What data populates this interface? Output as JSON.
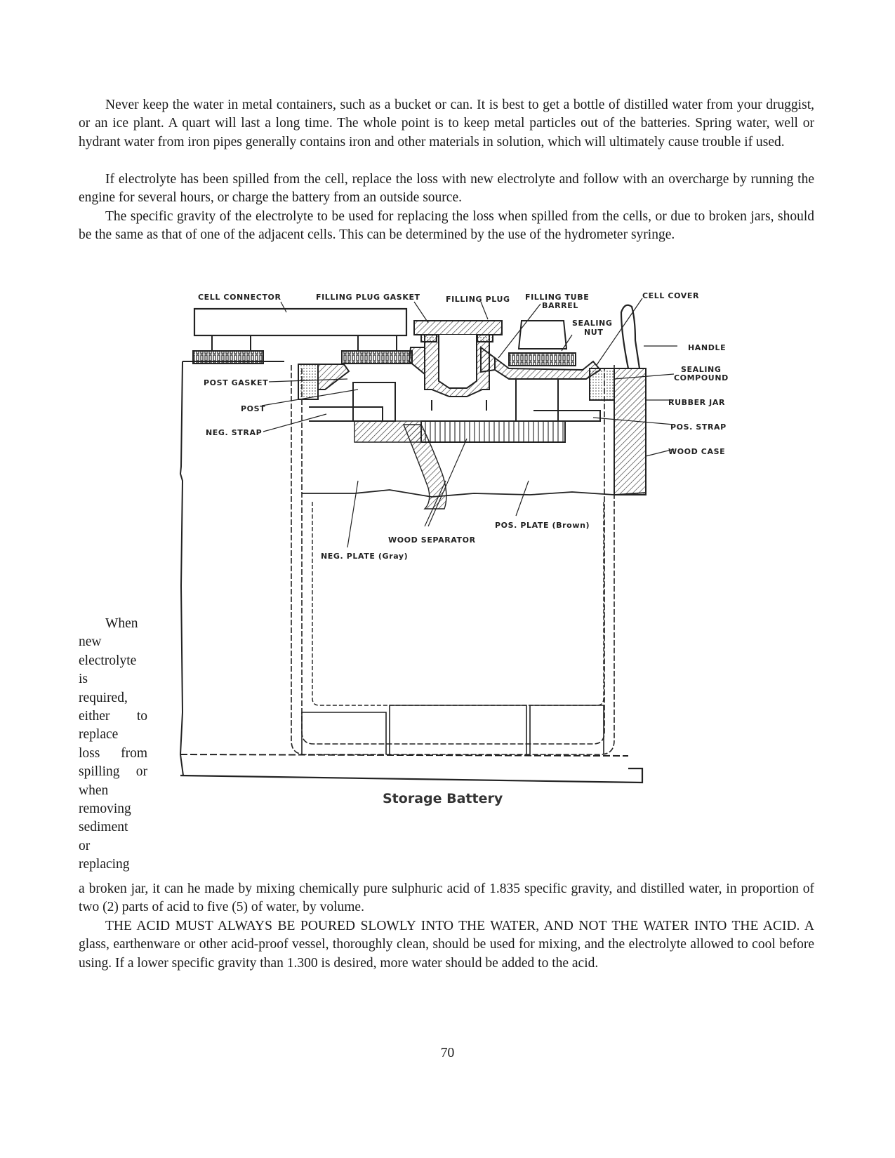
{
  "paragraphs": {
    "p1": "Never keep the water in metal containers, such as a bucket or can. It is best to get a bottle of distilled water from your druggist, or an ice plant. A quart will last a long time. The whole point is to keep metal particles out of the batteries. Spring water, well or hydrant water from iron pipes generally contains iron and other materials in solution, which will ultimately cause trouble if used.",
    "p2": "If electrolyte has been spilled from the cell, replace the loss with new electrolyte and follow with an overcharge by running the engine for several hours, or charge the battery from an outside source.",
    "p3": "The specific gravity of the electrolyte to be used for replacing the loss when spilled from the cells, or due to broken jars, should be the same as that of one of the adjacent cells. This can be determined by the use of the hydrometer syringe.",
    "p4_lines": [
      "When",
      "new",
      "electrolyte",
      "is",
      "required,",
      "either to",
      "replace",
      "loss from",
      "spilling or",
      "when",
      "removing",
      "sediment",
      "or",
      "replacing"
    ],
    "p4_rest": "a broken jar, it can he made by mixing chemically pure sulphuric acid of 1.835 specific gravity, and distilled water, in proportion of two (2) parts of acid to five (5) of water, by volume.",
    "p5": "THE ACID MUST ALWAYS BE POURED SLOWLY INTO THE WATER, AND NOT THE WATER INTO THE ACID. A glass, earthenware or other acid-proof vessel, thoroughly clean, should be used for mixing, and the electrolyte allowed to cool before using. If a lower specific gravity than 1.300 is desired, more water should be added to the acid."
  },
  "figure": {
    "caption": "Storage Battery",
    "labels": {
      "cell_connector": "CELL CONNECTOR",
      "filling_plug_gasket": "FILLING PLUG GASKET",
      "filling_plug": "FILLING PLUG",
      "filling_tube_1": "FILLING TUBE",
      "filling_tube_2": "BARREL",
      "cell_cover": "CELL COVER",
      "sealing_nut_1": "SEALING",
      "sealing_nut_2": "NUT",
      "handle": "HANDLE",
      "sealing_compound_1": "SEALING",
      "sealing_compound_2": "COMPOUND",
      "rubber_jar": "RUBBER JAR",
      "pos_strap": "POS. STRAP",
      "wood_case": "WOOD CASE",
      "post_gasket": "POST GASKET",
      "post": "POST",
      "neg_strap": "NEG. STRAP",
      "pos_plate": "POS. PLATE (Brown)",
      "wood_separator": "WOOD SEPARATOR",
      "neg_plate": "NEG. PLATE (Gray)"
    }
  },
  "page_number": "70"
}
